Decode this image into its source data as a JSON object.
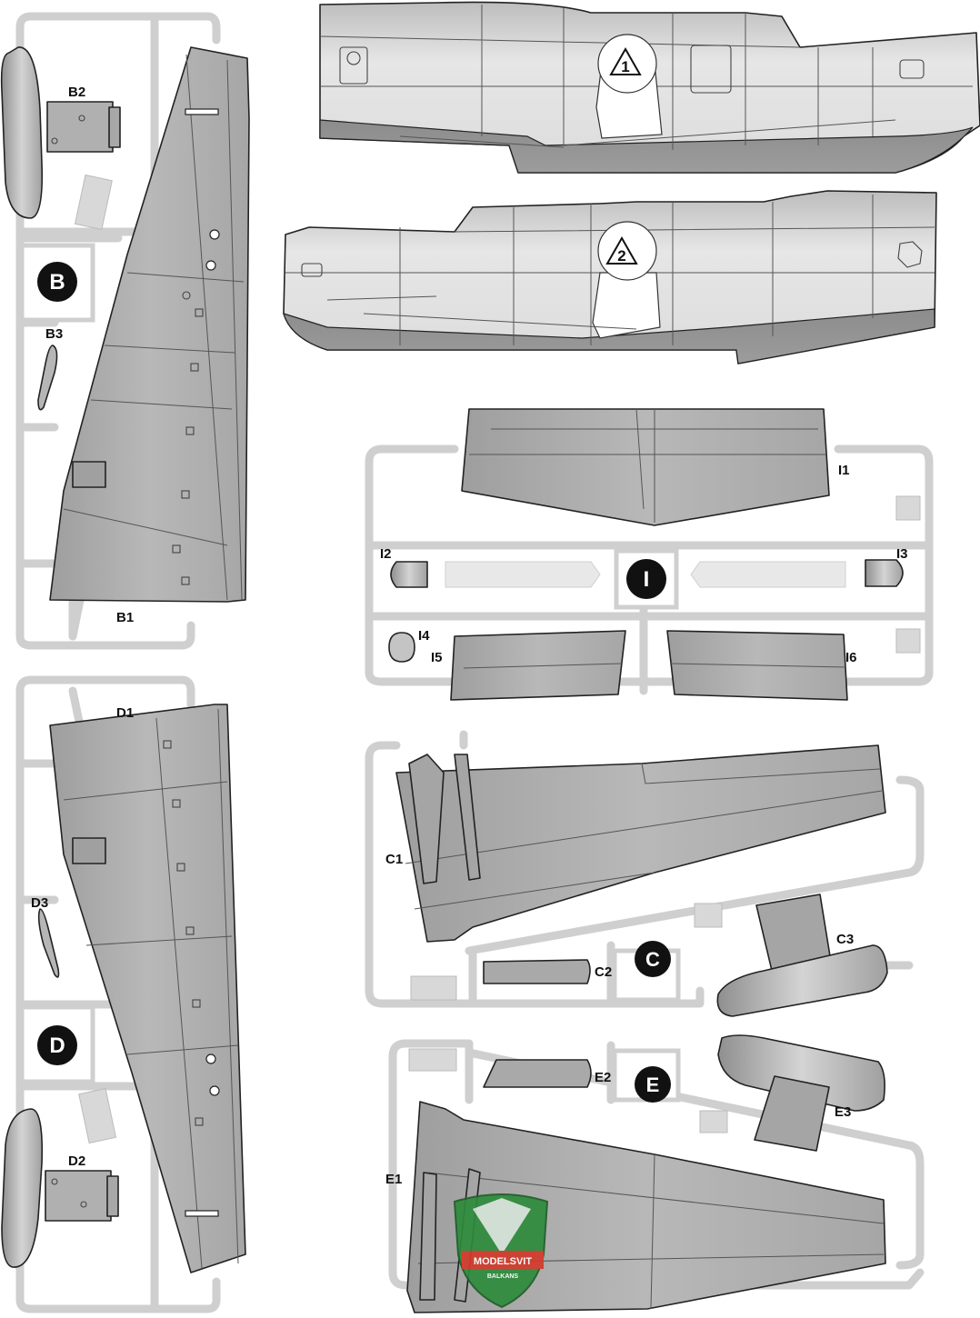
{
  "sheet": {
    "colors": {
      "part_fill": "#b4b4b4",
      "part_light": "#d0d0d0",
      "part_dark": "#8a8a8a",
      "sprue": "#cfcfcf",
      "outline": "#222222",
      "badge_fill": "#111111",
      "badge_text": "#ffffff"
    },
    "sprue_badges": [
      "B",
      "I",
      "C",
      "D",
      "E"
    ],
    "fuselage_markers": [
      "1",
      "2"
    ],
    "part_labels": {
      "B1": "B1",
      "B2": "B2",
      "B3": "B3",
      "D1": "D1",
      "D2": "D2",
      "D3": "D3",
      "I1": "I1",
      "I2": "I2",
      "I3": "I3",
      "I4": "I4",
      "I5": "I5",
      "I6": "I6",
      "C1": "C1",
      "C2": "C2",
      "C3": "C3",
      "E1": "E1",
      "E2": "E2",
      "E3": "E3"
    },
    "watermark": {
      "icon": "modelsvit-shield-logo",
      "line1": "MODELSVIT",
      "line2": "BALKANS",
      "colors": [
        "#2e8b3c",
        "#d23a2a",
        "#f2f2f2"
      ]
    }
  }
}
